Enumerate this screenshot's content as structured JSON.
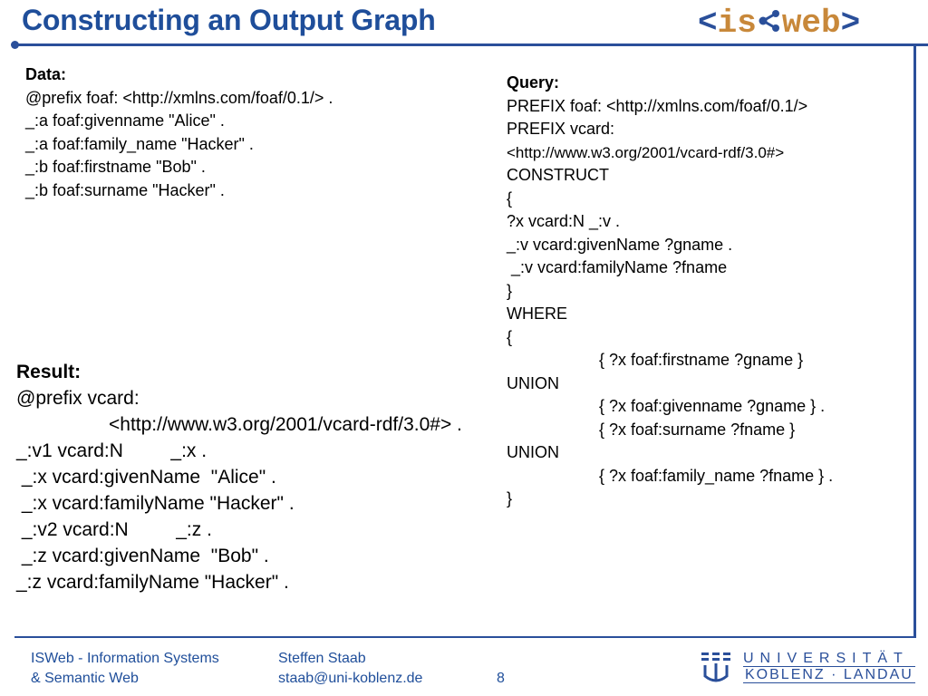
{
  "slide": {
    "title": "Constructing an Output Graph",
    "logo": {
      "lt": "<",
      "is": "is",
      "web": "web",
      "gt": ">"
    }
  },
  "data_block": {
    "heading": "Data:",
    "lines": [
      "@prefix foaf: <http://xmlns.com/foaf/0.1/> .",
      "_:a foaf:givenname \"Alice\" .",
      "_:a foaf:family_name \"Hacker\" .",
      "_:b foaf:firstname \"Bob\" .",
      "_:b foaf:surname \"Hacker\" ."
    ]
  },
  "query_block": {
    "heading": "Query:",
    "lines": [
      "PREFIX foaf: <http://xmlns.com/foaf/0.1/>",
      "PREFIX vcard:",
      "<http://www.w3.org/2001/vcard-rdf/3.0#>",
      "CONSTRUCT",
      "{",
      "?x vcard:N _:v .",
      "_:v vcard:givenName ?gname .",
      " _:v vcard:familyName ?fname",
      "}",
      "WHERE",
      "{",
      "\t\t{ ?x foaf:firstname ?gname }",
      "UNION",
      "\t\t{ ?x foaf:givenname ?gname } .",
      "\t\t{ ?x foaf:surname ?fname }",
      "UNION",
      "\t\t{ ?x foaf:family_name ?fname } .",
      "}"
    ]
  },
  "result_block": {
    "heading": "Result:",
    "lines": [
      "@prefix vcard:",
      "\t\t<http://www.w3.org/2001/vcard-rdf/3.0#> .",
      "_:v1 vcard:N         _:x .",
      " _:x vcard:givenName  \"Alice\" .",
      " _:x vcard:familyName \"Hacker\" .",
      " _:v2 vcard:N         _:z .",
      " _:z vcard:givenName  \"Bob\" .",
      "_:z vcard:familyName \"Hacker\" ."
    ]
  },
  "footer": {
    "org_line1": "ISWeb - Information Systems",
    "org_line2": "& Semantic Web",
    "author": "Steffen Staab",
    "email": "staab@uni-koblenz.de",
    "page_number": "8",
    "university_line1": "UNIVERSITÄT",
    "university_line2": "KOBLENZ · LANDAU"
  },
  "colors": {
    "brand_blue": "#1f4e9a",
    "logo_orange": "#c8883a"
  }
}
